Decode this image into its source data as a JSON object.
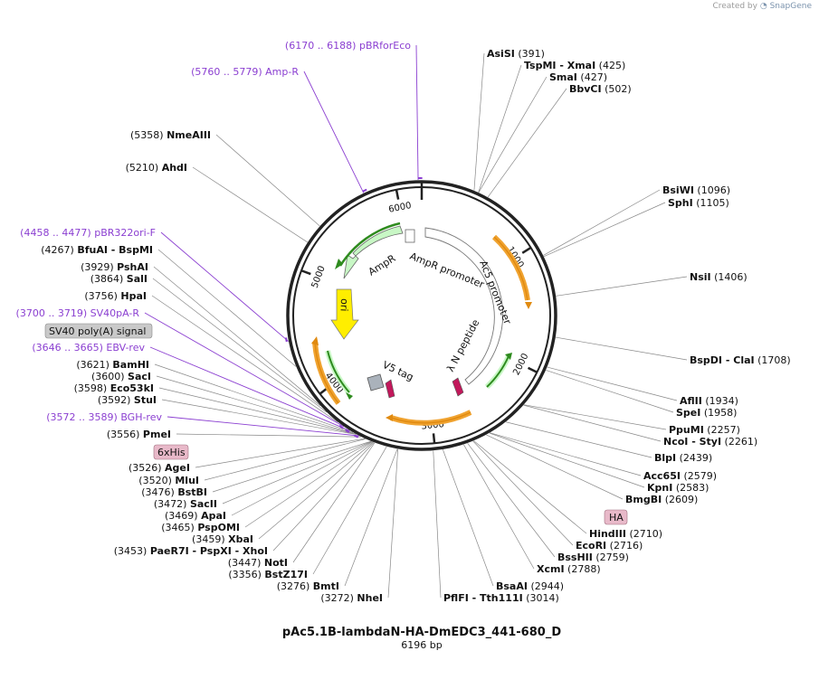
{
  "header": {
    "credit_prefix": "Created by",
    "credit_brand": "SnapGene"
  },
  "map": {
    "name": "pAc5.1B-lambdaN-HA-DmEDC3_441-680_D",
    "length_label": "6196 bp",
    "length": 6196,
    "tick_labels": [
      "1000",
      "2000",
      "3000",
      "4000",
      "5000",
      "6000"
    ]
  },
  "feature_labels": {
    "ampr": "AmpR",
    "ampr_promoter": "AmpR promoter",
    "ac5_promoter": "Ac5 promoter",
    "ori": "ori",
    "lambda_n": "λ N peptide",
    "v5_tag": "V5 tag"
  },
  "boxed_labels": {
    "sv40": "SV40 poly(A) signal",
    "his": "6xHis",
    "ha": "HA"
  },
  "right_labels": [
    {
      "pos": "(391)",
      "name": "AsiSI"
    },
    {
      "pos": "(425)",
      "name": "TspMI  - XmaI"
    },
    {
      "pos": "(427)",
      "name": "SmaI"
    },
    {
      "pos": "(502)",
      "name": "BbvCI"
    },
    {
      "pos": "(1096)",
      "name": "BsiWI"
    },
    {
      "pos": "(1105)",
      "name": "SphI"
    },
    {
      "pos": "(1406)",
      "name": "NsiI"
    },
    {
      "pos": "(1708)",
      "name": "BspDI  - ClaI"
    },
    {
      "pos": "(1934)",
      "name": "AflII"
    },
    {
      "pos": "(1958)",
      "name": "SpeI"
    },
    {
      "pos": "(2257)",
      "name": "PpuMI"
    },
    {
      "pos": "(2261)",
      "name": "NcoI  - StyI"
    },
    {
      "pos": "(2439)",
      "name": "BlpI"
    },
    {
      "pos": "(2579)",
      "name": "Acc65I"
    },
    {
      "pos": "(2583)",
      "name": "KpnI"
    },
    {
      "pos": "(2609)",
      "name": "BmgBI"
    },
    {
      "pos": "(2710)",
      "name": "HindIII"
    },
    {
      "pos": "(2716)",
      "name": "EcoRI"
    },
    {
      "pos": "(2759)",
      "name": "BssHII"
    },
    {
      "pos": "(2788)",
      "name": "XcmI"
    },
    {
      "pos": "(2944)",
      "name": "BsaAI"
    },
    {
      "pos": "(3014)",
      "name": "PflFI  - Tth111I"
    }
  ],
  "left_labels": [
    {
      "pos": "(6170 .. 6188)",
      "name": "pBRforEco",
      "primer": true
    },
    {
      "pos": "(5760 .. 5779)",
      "name": "Amp-R",
      "primer": true
    },
    {
      "pos": "(5358)",
      "name": "NmeAIII",
      "primer": false
    },
    {
      "pos": "(5210)",
      "name": "AhdI",
      "primer": false
    },
    {
      "pos": "(4458 .. 4477)",
      "name": "pBR322ori-F",
      "primer": true
    },
    {
      "pos": "(4267)",
      "name": "BfuAI  - BspMI",
      "primer": false
    },
    {
      "pos": "(3929)",
      "name": "PshAI",
      "primer": false
    },
    {
      "pos": "(3864)",
      "name": "SalI",
      "primer": false
    },
    {
      "pos": "(3756)",
      "name": "HpaI",
      "primer": false
    },
    {
      "pos": "(3700 .. 3719)",
      "name": "SV40pA-R",
      "primer": true
    },
    {
      "pos": "(3646 .. 3665)",
      "name": "EBV-rev",
      "primer": true
    },
    {
      "pos": "(3621)",
      "name": "BamHI",
      "primer": false
    },
    {
      "pos": "(3600)",
      "name": "SacI",
      "primer": false
    },
    {
      "pos": "(3598)",
      "name": "Eco53kI",
      "primer": false
    },
    {
      "pos": "(3592)",
      "name": "StuI",
      "primer": false
    },
    {
      "pos": "(3572 .. 3589)",
      "name": "BGH-rev",
      "primer": true
    },
    {
      "pos": "(3556)",
      "name": "PmeI",
      "primer": false
    },
    {
      "pos": "(3526)",
      "name": "AgeI",
      "primer": false
    },
    {
      "pos": "(3520)",
      "name": "MluI",
      "primer": false
    },
    {
      "pos": "(3476)",
      "name": "BstBI",
      "primer": false
    },
    {
      "pos": "(3472)",
      "name": "SacII",
      "primer": false
    },
    {
      "pos": "(3469)",
      "name": "ApaI",
      "primer": false
    },
    {
      "pos": "(3465)",
      "name": "PspOMI",
      "primer": false
    },
    {
      "pos": "(3459)",
      "name": "XbaI",
      "primer": false
    },
    {
      "pos": "(3453)",
      "name": "PaeR7I  - PspXI  - XhoI",
      "primer": false
    },
    {
      "pos": "(3447)",
      "name": "NotI",
      "primer": false
    },
    {
      "pos": "(3356)",
      "name": "BstZ17I",
      "primer": false
    },
    {
      "pos": "(3276)",
      "name": "BmtI",
      "primer": false
    },
    {
      "pos": "(3272)",
      "name": "NheI",
      "primer": false
    }
  ],
  "colors": {
    "backbone": "#222222",
    "primer": "#8b3fd1",
    "gene_fill": "#c8f7c5",
    "gene_arrow": "#2e8b1e",
    "orange": "#f0a330",
    "ori": "#ffee00",
    "tag": "#aab2bb",
    "peptide": "#c2185b",
    "boxed_gray": "#c9c9c9",
    "boxed_pink": "#e8b9c9"
  }
}
